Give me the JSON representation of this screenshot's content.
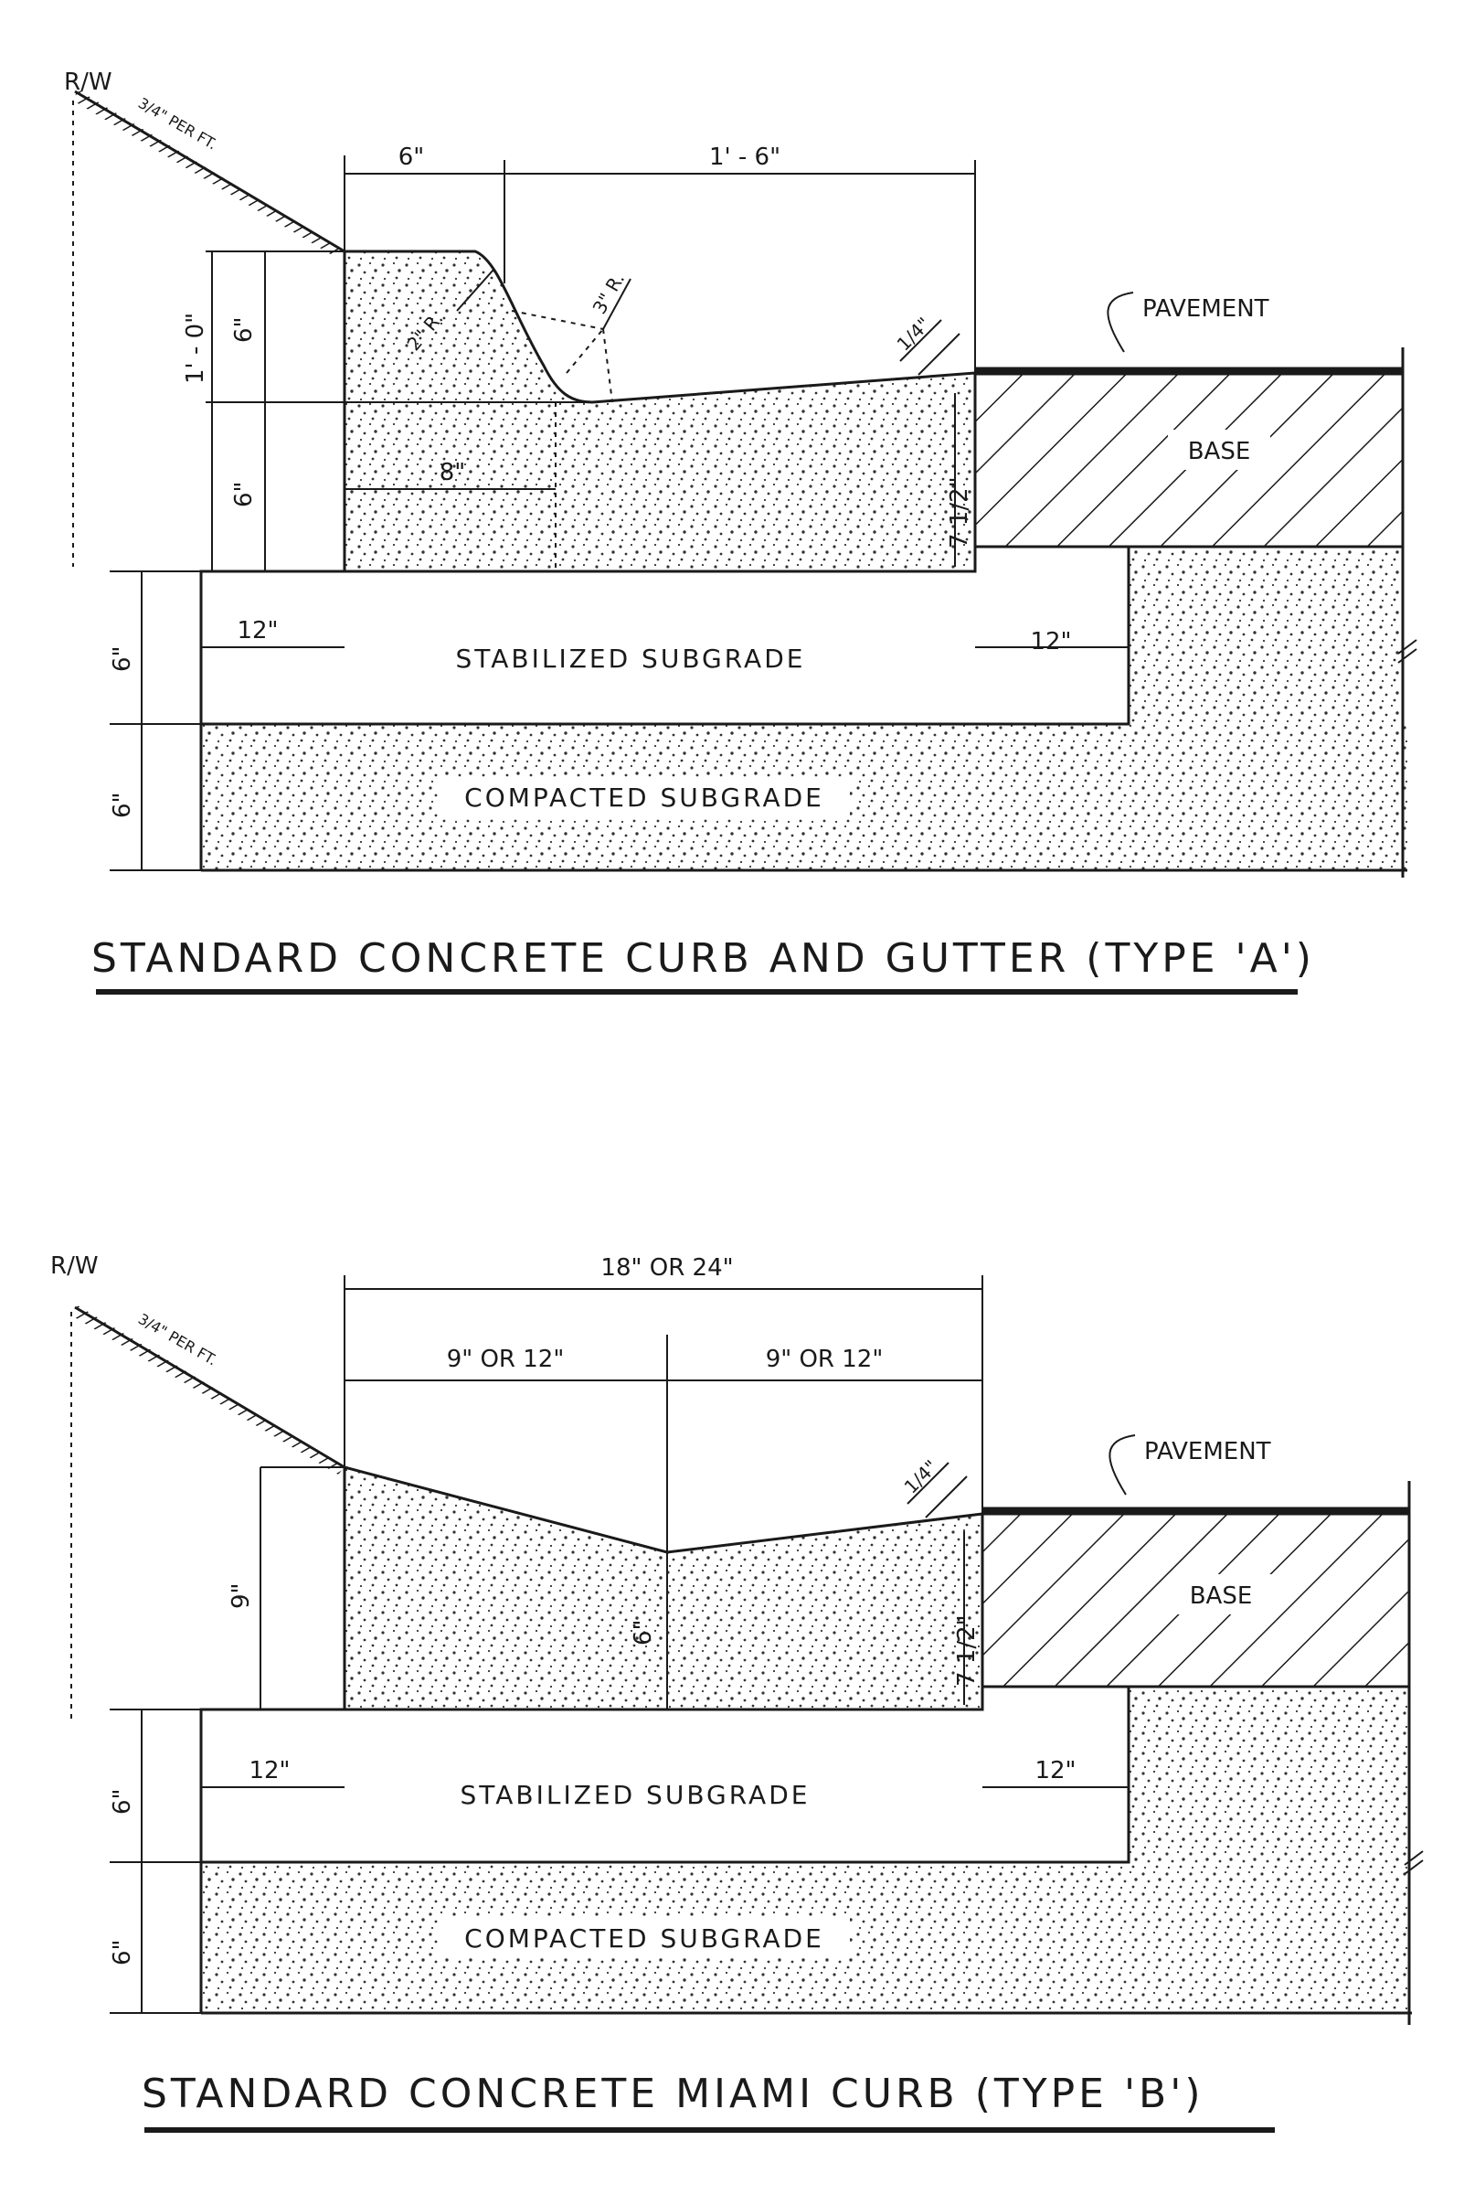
{
  "detail_a": {
    "title": "STANDARD CONCRETE CURB AND GUTTER (TYPE 'A')",
    "rw": "R/W",
    "slope": "3/4\" PER FT.",
    "dim_6": "6\"",
    "dim_1_6": "1' - 6\"",
    "dim_1_0": "1' - 0\"",
    "dim_6_upper": "6\"",
    "dim_6_lower": "6\"",
    "dim_8": "8\"",
    "radius_left": "2\" R.",
    "radius_right": "3\" R.",
    "dim_quarter": "1/4\"",
    "dim_7_half": "7 1/2\"",
    "pavement": "PAVEMENT",
    "base": "BASE",
    "dim_12_left": "12\"",
    "dim_12_right": "12\"",
    "stabilized": "STABILIZED  SUBGRADE",
    "compacted": "COMPACTED  SUBGRADE",
    "dim_6_stab": "6\"",
    "dim_6_comp": "6\""
  },
  "detail_b": {
    "title": "STANDARD CONCRETE MIAMI CURB (TYPE 'B')",
    "rw": "R/W",
    "slope": "3/4\" PER FT.",
    "dim_18_24": "18\"  OR  24\"",
    "dim_9_12_left": "9\" OR 12\"",
    "dim_9_12_right": "9\" OR 12\"",
    "dim_9": "9\"",
    "dim_6_center": "6\"",
    "dim_quarter": "1/4\"",
    "dim_7_half": "7 1/2\"",
    "pavement": "PAVEMENT",
    "base": "BASE",
    "dim_12_left": "12\"",
    "dim_12_right": "12\"",
    "stabilized": "STABILIZED  SUBGRADE",
    "compacted": "COMPACTED  SUBGRADE",
    "dim_6_stab": "6\"",
    "dim_6_comp": "6\""
  }
}
